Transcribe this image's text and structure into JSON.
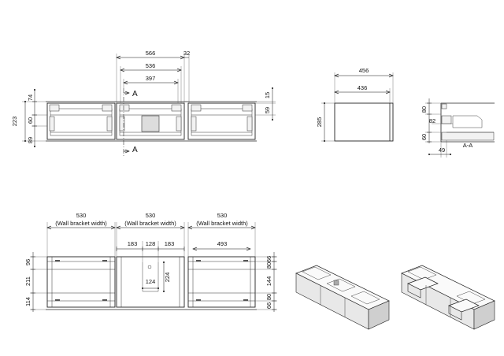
{
  "front_top": {
    "dims": {
      "overall_width": "566",
      "overhang": "32",
      "inner_width": "536",
      "opening_width": "397",
      "height_total": "223",
      "height_top": "74",
      "height_mid": "60",
      "height_bottom": "89",
      "right_top": "15",
      "right_mid": "59"
    },
    "section_mark": "A"
  },
  "side_view": {
    "dims": {
      "depth_outer": "456",
      "depth_inner": "436",
      "height": "285"
    }
  },
  "section_view": {
    "label": "A-A",
    "dims": {
      "top": "80",
      "mid": "82",
      "lower": "60",
      "bottom": "49"
    }
  },
  "front_bottom": {
    "bracket_label": "(Wall bracket width)",
    "dims": {
      "left_width": "530",
      "mid_width": "530",
      "right_width": "530",
      "split_a": "183",
      "split_b": "128",
      "split_c": "183",
      "right_inner": "493",
      "cutout_width": "124",
      "cutout_height": "224",
      "left_top": "96",
      "left_mid": "211",
      "left_bottom": "114",
      "r1": "66",
      "r2": "80",
      "r3": "144",
      "r4": "80",
      "r5": "66"
    }
  }
}
